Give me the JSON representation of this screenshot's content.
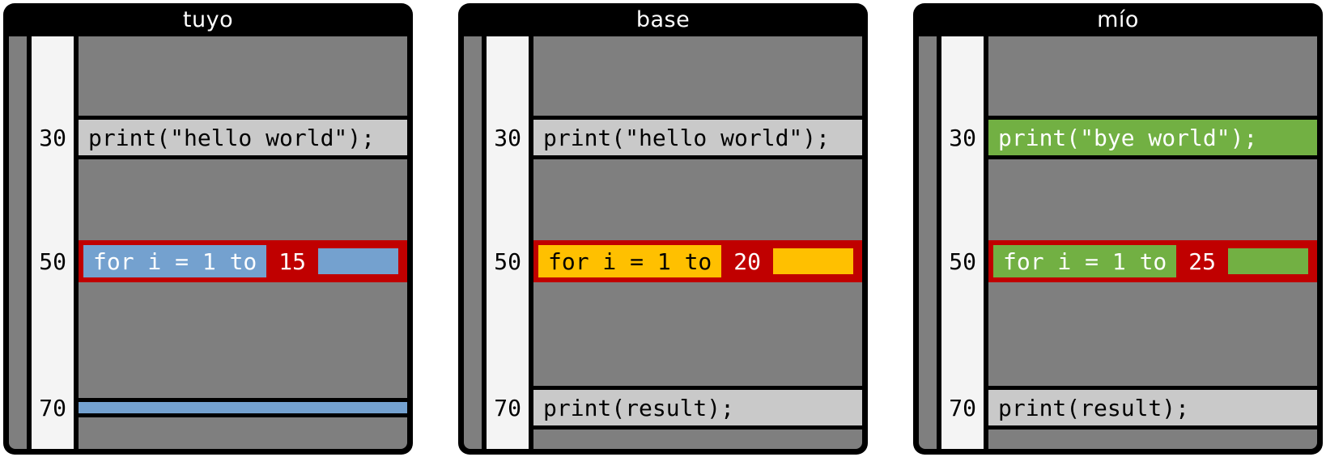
{
  "figure": {
    "name": "three-way-merge-conflict-diagram",
    "conflict_color": "#c00000",
    "content_bg": "#7f7f7f",
    "gutter_bg": "#f4f4f4",
    "plain_row_bg": "#c9c9c9"
  },
  "panels": [
    {
      "id": "tuyo",
      "title": "tuyo",
      "accent": "#74a1cf",
      "accent_text": "#ffffff",
      "rows": [
        {
          "kind": "spacer",
          "h": 98
        },
        {
          "kind": "code",
          "h": 54,
          "line": "30",
          "text": "print(\"hello world\");",
          "bg": "#c9c9c9",
          "fg": "#000000"
        },
        {
          "kind": "spacer",
          "h": 100
        },
        {
          "kind": "conflict",
          "h": 52,
          "line": "50",
          "pre": "for i = 1 to",
          "value": "15"
        },
        {
          "kind": "spacer",
          "h": 128
        },
        {
          "kind": "deleted",
          "h": 54,
          "line": "70"
        },
        {
          "kind": "spacer",
          "h": 24,
          "grow": true
        }
      ]
    },
    {
      "id": "base",
      "title": "base",
      "accent": "#ffc000",
      "accent_text": "#000000",
      "rows": [
        {
          "kind": "spacer",
          "h": 98
        },
        {
          "kind": "code",
          "h": 54,
          "line": "30",
          "text": "print(\"hello world\");",
          "bg": "#c9c9c9",
          "fg": "#000000"
        },
        {
          "kind": "spacer",
          "h": 100
        },
        {
          "kind": "conflict",
          "h": 52,
          "line": "50",
          "pre": "for i = 1 to",
          "value": "20"
        },
        {
          "kind": "spacer",
          "h": 128
        },
        {
          "kind": "code",
          "h": 54,
          "line": "70",
          "text": "print(result);",
          "bg": "#c9c9c9",
          "fg": "#000000"
        },
        {
          "kind": "spacer",
          "h": 24,
          "grow": true
        }
      ]
    },
    {
      "id": "mio",
      "title": "mío",
      "accent": "#72b043",
      "accent_text": "#ffffff",
      "rows": [
        {
          "kind": "spacer",
          "h": 98
        },
        {
          "kind": "code",
          "h": 54,
          "line": "30",
          "text": "print(\"bye world\");",
          "bg": "#72b043",
          "fg": "#ffffff"
        },
        {
          "kind": "spacer",
          "h": 100
        },
        {
          "kind": "conflict",
          "h": 52,
          "line": "50",
          "pre": "for i = 1 to",
          "value": "25"
        },
        {
          "kind": "spacer",
          "h": 128
        },
        {
          "kind": "code",
          "h": 54,
          "line": "70",
          "text": "print(result);",
          "bg": "#c9c9c9",
          "fg": "#000000"
        },
        {
          "kind": "spacer",
          "h": 24,
          "grow": true
        }
      ]
    }
  ]
}
